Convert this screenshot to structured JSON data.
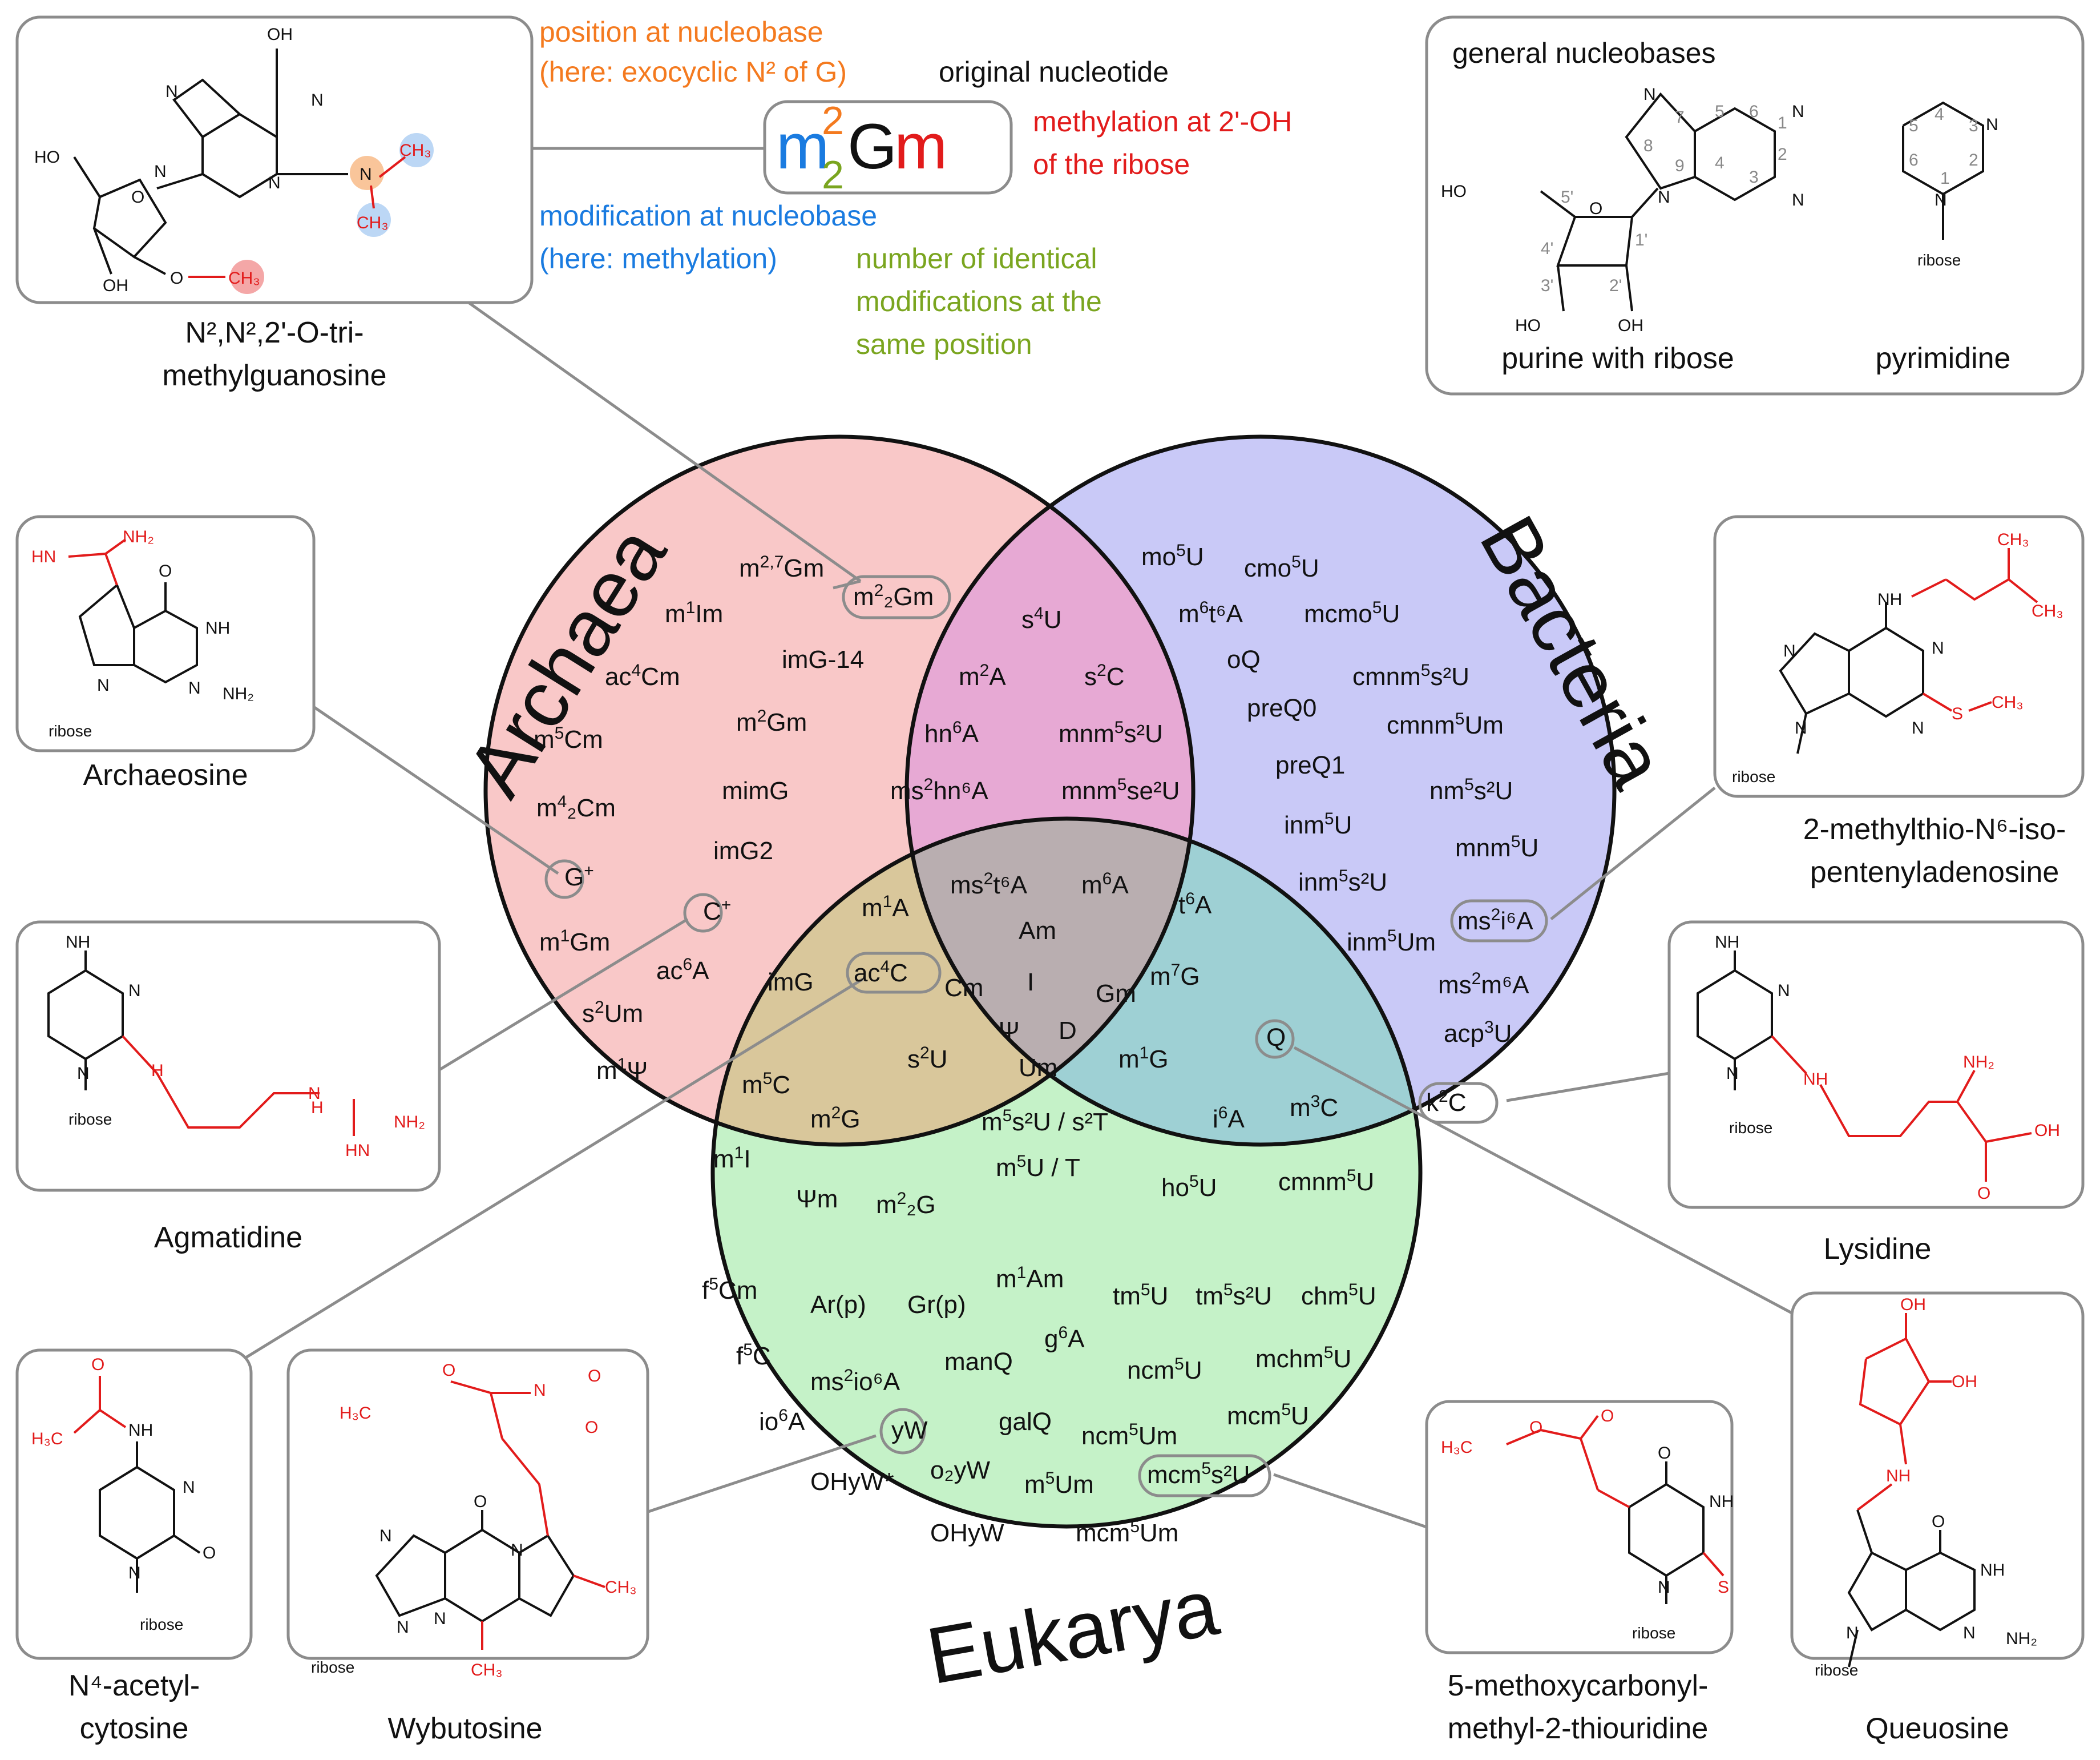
{
  "legend": {
    "position_label": "position at nucleobase",
    "position_example": "(here: exocyclic N² of G)",
    "original_nucleotide": "original nucleotide",
    "methylation_ribose_1": "methylation at 2'-OH",
    "methylation_ribose_2": "of the ribose",
    "modification_label": "modification at nucleobase",
    "modification_example": "(here: methylation)",
    "number_label_1": "number of identical",
    "number_label_2": "modifications at the",
    "number_label_3": "same position",
    "example_m": "m",
    "example_sup": "2",
    "example_sub": "2",
    "example_G": "G",
    "example_m2": "m"
  },
  "general_box": {
    "title": "general nucleobases",
    "purine_caption": "purine with ribose",
    "pyrimidine_caption": "pyrimidine",
    "ribose_label": "ribose"
  },
  "domains": {
    "archaea": "Archaea",
    "bacteria": "Bacteria",
    "eukarya": "Eukarya"
  },
  "colors": {
    "archaea": "#f9c8c8",
    "bacteria": "#c9c9f7",
    "eukarya": "#c5f2c8",
    "arch_bact": "#e7a9d4",
    "arch_euk": "#d9c79b",
    "bact_euk": "#9ed0d4",
    "center": "#b9aeb0",
    "orange": "#f47a1f",
    "blue": "#1a7be0",
    "green": "#7aa51f",
    "red": "#e21b1b"
  },
  "structures": {
    "trimethylguanosine": [
      "N²,N²,2'-O-tri-",
      "methylguanosine"
    ],
    "archaeosine": [
      "Archaeosine"
    ],
    "agmatidine": [
      "Agmatidine"
    ],
    "acetylcytosine": [
      "N⁴-acetyl-",
      "cytosine"
    ],
    "wybutosine": [
      "Wybutosine"
    ],
    "mcm5s2u": [
      "5-methoxycarbonyl-",
      "methyl-2-thiouridine"
    ],
    "queuosine": [
      "Queuosine"
    ],
    "lysidine": [
      "Lysidine"
    ],
    "ms2i6a": [
      "2-methylthio-N⁶-iso-",
      "pentenyladenosine"
    ]
  },
  "modifications": {
    "archaea_only": [
      {
        "text": "m",
        "sup": "2,7",
        "tail": "Gm"
      },
      {
        "text": "m",
        "sup": "1",
        "tail": "Im"
      },
      {
        "text": "imG-14",
        "sup": "",
        "tail": ""
      },
      {
        "text": "ac",
        "sup": "4",
        "tail": "Cm"
      },
      {
        "text": "m",
        "sup": "2",
        "tail": "Gm"
      },
      {
        "text": "m",
        "sup": "5",
        "tail": "Cm"
      },
      {
        "text": "mimG",
        "sup": "",
        "tail": ""
      },
      {
        "text": "m",
        "sup": "4",
        "tail": "₂Cm"
      },
      {
        "text": "imG2",
        "sup": "",
        "tail": ""
      },
      {
        "text": "G",
        "sup": "+",
        "tail": ""
      },
      {
        "text": "C",
        "sup": "+",
        "tail": ""
      },
      {
        "text": "m",
        "sup": "1",
        "tail": "Gm"
      },
      {
        "text": "ac",
        "sup": "6",
        "tail": "A"
      },
      {
        "text": "s",
        "sup": "2",
        "tail": "Um"
      },
      {
        "text": "m",
        "sup": "1",
        "tail": "Ψ"
      }
    ],
    "arch_bact": [
      {
        "text": "m",
        "sup": "2",
        "tail": "₂Gm"
      },
      {
        "text": "s",
        "sup": "4",
        "tail": "U"
      },
      {
        "text": "m",
        "sup": "2",
        "tail": "A"
      },
      {
        "text": "s",
        "sup": "2",
        "tail": "C"
      },
      {
        "text": "hn",
        "sup": "6",
        "tail": "A"
      },
      {
        "text": "mnm",
        "sup": "5",
        "tail": "s²U"
      },
      {
        "text": "ms",
        "sup": "2",
        "tail": "hn⁶A"
      },
      {
        "text": "mnm",
        "sup": "5",
        "tail": "se²U"
      }
    ],
    "bacteria_only": [
      {
        "text": "mo",
        "sup": "5",
        "tail": "U"
      },
      {
        "text": "cmo",
        "sup": "5",
        "tail": "U"
      },
      {
        "text": "m",
        "sup": "6",
        "tail": "t⁶A"
      },
      {
        "text": "mcmo",
        "sup": "5",
        "tail": "U"
      },
      {
        "text": "oQ",
        "sup": "",
        "tail": ""
      },
      {
        "text": "cmnm",
        "sup": "5",
        "tail": "s²U"
      },
      {
        "text": "preQ0",
        "sup": "",
        "tail": ""
      },
      {
        "text": "cmnm",
        "sup": "5",
        "tail": "Um"
      },
      {
        "text": "preQ1",
        "sup": "",
        "tail": ""
      },
      {
        "text": "nm",
        "sup": "5",
        "tail": "s²U"
      },
      {
        "text": "inm",
        "sup": "5",
        "tail": "U"
      },
      {
        "text": "mnm",
        "sup": "5",
        "tail": "U"
      },
      {
        "text": "inm",
        "sup": "5",
        "tail": "s²U"
      },
      {
        "text": "ms",
        "sup": "2",
        "tail": "i⁶A"
      },
      {
        "text": "inm",
        "sup": "5",
        "tail": "Um"
      },
      {
        "text": "ms",
        "sup": "2",
        "tail": "m⁶A"
      },
      {
        "text": "acp",
        "sup": "3",
        "tail": "U"
      },
      {
        "text": "k",
        "sup": "2",
        "tail": "C"
      }
    ],
    "center": [
      {
        "text": "m",
        "sup": "1",
        "tail": "A"
      },
      {
        "text": "ms",
        "sup": "2",
        "tail": "t⁶A"
      },
      {
        "text": "m",
        "sup": "6",
        "tail": "A"
      },
      {
        "text": "t",
        "sup": "6",
        "tail": "A"
      },
      {
        "text": "Am",
        "sup": "",
        "tail": ""
      },
      {
        "text": "ac",
        "sup": "4",
        "tail": "C"
      },
      {
        "text": "Cm",
        "sup": "",
        "tail": ""
      },
      {
        "text": "I",
        "sup": "",
        "tail": ""
      },
      {
        "text": "Gm",
        "sup": "",
        "tail": ""
      },
      {
        "text": "m",
        "sup": "7",
        "tail": "G"
      },
      {
        "text": "Ψ",
        "sup": "",
        "tail": ""
      },
      {
        "text": "D",
        "sup": "",
        "tail": ""
      },
      {
        "text": "s",
        "sup": "2",
        "tail": "U"
      },
      {
        "text": "Um",
        "sup": "",
        "tail": ""
      },
      {
        "text": "m",
        "sup": "1",
        "tail": "G"
      },
      {
        "text": "m",
        "sup": "5",
        "tail": "s²U / s²T"
      },
      {
        "text": "m",
        "sup": "5",
        "tail": "U / T"
      }
    ],
    "arch_euk": [
      {
        "text": "imG",
        "sup": "",
        "tail": ""
      },
      {
        "text": "m",
        "sup": "5",
        "tail": "C"
      },
      {
        "text": "m",
        "sup": "2",
        "tail": "G"
      },
      {
        "text": "m",
        "sup": "1",
        "tail": "I"
      },
      {
        "text": "Ψm",
        "sup": "",
        "tail": ""
      },
      {
        "text": "m",
        "sup": "2",
        "tail": "₂G"
      }
    ],
    "bact_euk": [
      {
        "text": "Q",
        "sup": "",
        "tail": ""
      },
      {
        "text": "i",
        "sup": "6",
        "tail": "A"
      },
      {
        "text": "m",
        "sup": "3",
        "tail": "C"
      },
      {
        "text": "ho",
        "sup": "5",
        "tail": "U"
      },
      {
        "text": "cmnm",
        "sup": "5",
        "tail": "U"
      }
    ],
    "eukarya_only": [
      {
        "text": "f",
        "sup": "5",
        "tail": "Cm"
      },
      {
        "text": "Ar(p)",
        "sup": "",
        "tail": ""
      },
      {
        "text": "Gr(p)",
        "sup": "",
        "tail": ""
      },
      {
        "text": "m",
        "sup": "1",
        "tail": "Am"
      },
      {
        "text": "tm",
        "sup": "5",
        "tail": "U"
      },
      {
        "text": "tm",
        "sup": "5",
        "tail": "s²U"
      },
      {
        "text": "chm",
        "sup": "5",
        "tail": "U"
      },
      {
        "text": "g",
        "sup": "6",
        "tail": "A"
      },
      {
        "text": "f",
        "sup": "5",
        "tail": "C"
      },
      {
        "text": "ms",
        "sup": "2",
        "tail": "io⁶A"
      },
      {
        "text": "manQ",
        "sup": "",
        "tail": ""
      },
      {
        "text": "ncm",
        "sup": "5",
        "tail": "U"
      },
      {
        "text": "mchm",
        "sup": "5",
        "tail": "U"
      },
      {
        "text": "io",
        "sup": "6",
        "tail": "A"
      },
      {
        "text": "yW",
        "sup": "",
        "tail": ""
      },
      {
        "text": "galQ",
        "sup": "",
        "tail": ""
      },
      {
        "text": "ncm",
        "sup": "5",
        "tail": "Um"
      },
      {
        "text": "mcm",
        "sup": "5",
        "tail": "U"
      },
      {
        "text": "OHyW*",
        "sup": "",
        "tail": ""
      },
      {
        "text": "o₂yW",
        "sup": "",
        "tail": ""
      },
      {
        "text": "m",
        "sup": "5",
        "tail": "Um"
      },
      {
        "text": "mcm",
        "sup": "5",
        "tail": "s²U"
      },
      {
        "text": "OHyW",
        "sup": "",
        "tail": ""
      },
      {
        "text": "mcm",
        "sup": "5",
        "tail": "Um"
      }
    ]
  }
}
